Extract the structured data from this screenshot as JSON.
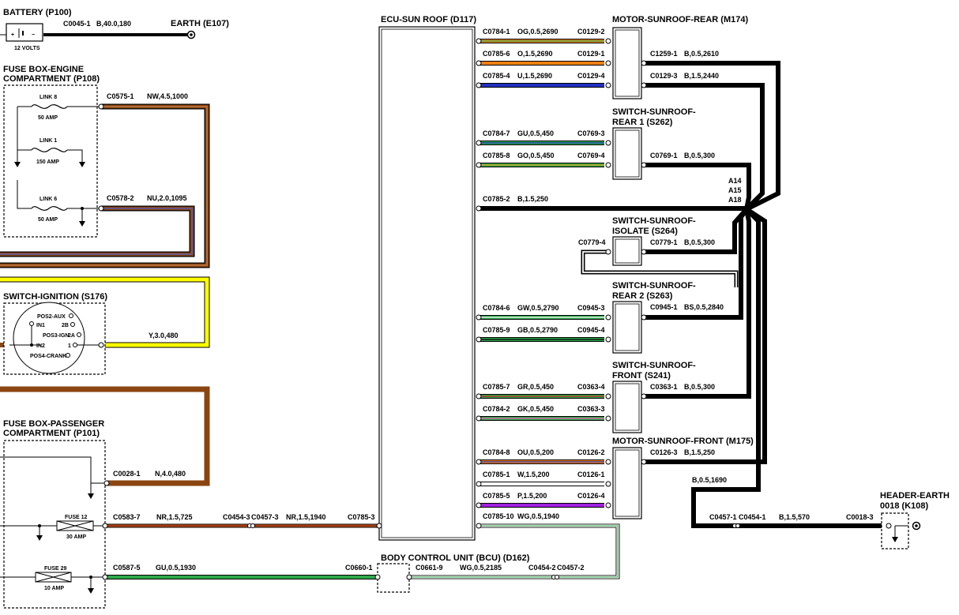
{
  "components": {
    "battery": {
      "title": "BATTERY (P100)",
      "volts": "12 VOLTS",
      "pin": "C0045-1",
      "wire": "B,40.0,180"
    },
    "earth": {
      "title": "EARTH (E107)"
    },
    "fuse_engine": {
      "title1": "FUSE BOX-ENGINE",
      "title2": "COMPARTMENT (P108)",
      "link8": "LINK 8",
      "link8_amp": "50 AMP",
      "link1": "LINK 1",
      "link1_amp": "150 AMP",
      "link6": "LINK 6",
      "link6_amp": "50 AMP",
      "pin1": "C0575-1",
      "wire1": "NW,4.5,1000",
      "pin2": "C0578-2",
      "wire2": "NU,2.0,1095"
    },
    "ignition": {
      "title": "SWITCH-IGNITION (S176)",
      "pos2": "POS2-AUX",
      "in1": "IN1",
      "p2b": "2B",
      "pos3": "POS3-IGN",
      "p2a": "2A",
      "in2": "IN2",
      "p1": "1",
      "pos4": "POS4-CRANK",
      "wire": "Y,3.0,480"
    },
    "fuse_passenger": {
      "title1": "FUSE BOX-PASSENGER",
      "title2": "COMPARTMENT (P101)",
      "pin1": "C0028-1",
      "wire1": "N,4.0,480",
      "fuse12": "FUSE 12",
      "fuse12_amp": "30 AMP",
      "pin2": "C0583-7",
      "wire2": "NR,1.5,725",
      "splice1": "C0454-3",
      "splice2": "C0457-3",
      "wire2b": "NR,1.5,1940",
      "pin2end": "C0785-3",
      "fuse29": "FUSE 29",
      "fuse29_amp": "10 AMP",
      "pin3": "C0587-5",
      "wire3": "GU,0.5,1930",
      "pin3end": "C0660-1"
    },
    "ecu": {
      "title": "ECU-SUN ROOF (D117)"
    },
    "bcu": {
      "title": "BODY CONTROL UNIT (BCU) (D162)",
      "pin": "C0661-9",
      "wire": "WG,0.5,2185",
      "splice1": "C0454-2",
      "splice2": "C0457-2"
    },
    "motor_rear": {
      "title": "MOTOR-SUNROOF-REAR (M174)",
      "pin1": "C1259-1",
      "wire1": "B,0.5,2610",
      "pin2": "C0129-3",
      "wire2": "B,1.5,2440"
    },
    "switch_rear1": {
      "title1": "SWITCH-SUNROOF-",
      "title2": "REAR 1 (S262)",
      "pin": "C0769-1",
      "wire": "B,0.5,300"
    },
    "splice_labels": {
      "a14": "A14",
      "a15": "A15",
      "a18": "A18"
    },
    "switch_isolate": {
      "title1": "SWITCH-SUNROOF-",
      "title2": "ISOLATE (S264)",
      "pin_in": "C0779-4",
      "pin": "C0779-1",
      "wire": "B,0.5,300"
    },
    "switch_rear2": {
      "title1": "SWITCH-SUNROOF-",
      "title2": "REAR 2 (S263)",
      "pin": "C0945-1",
      "wire": "BS,0.5,2840"
    },
    "switch_front": {
      "title1": "SWITCH-SUNROOF-",
      "title2": "FRONT (S241)",
      "pin": "C0363-1",
      "wire": "B,0.5,300"
    },
    "motor_front": {
      "title": "MOTOR-SUNROOF-FRONT (M175)",
      "pin": "C0126-3",
      "wire": "B,1.5,250"
    },
    "ground": {
      "wire_drop": "B,0.5,1690",
      "pin1": "C0457-1",
      "pin2": "C0454-1",
      "wire": "B,1.5,570",
      "pin3": "C0018-3"
    },
    "header_earth": {
      "title1": "HEADER-EARTH",
      "title2": "0018 (K108)"
    }
  },
  "ecu_wires": [
    {
      "a": "C0784-1",
      "w": "OG,0.5,2690",
      "b": "C0129-2",
      "color": "#e8801a",
      "stripe": "#2ea84a"
    },
    {
      "a": "C0785-6",
      "w": "O,1.5,2690",
      "b": "C0129-1",
      "color": "#f08010",
      "stripe": ""
    },
    {
      "a": "C0785-4",
      "w": "U,1.5,2690",
      "b": "C0129-4",
      "color": "#2030c0",
      "stripe": ""
    },
    {
      "a": "C0784-7",
      "w": "GU,0.5,450",
      "b": "C0769-3",
      "color": "#2ea84a",
      "stripe": "#2030c0"
    },
    {
      "a": "C0785-8",
      "w": "GO,0.5,450",
      "b": "C0769-4",
      "color": "#2ea84a",
      "stripe": "#e8a020"
    },
    {
      "a": "C0785-2",
      "w": "B,1.5,250",
      "b": "",
      "color": "#000000",
      "stripe": ""
    },
    {
      "a": "C0784-6",
      "w": "GW,0.5,2790",
      "b": "C0945-3",
      "color": "#2ea84a",
      "stripe": "#ffffff"
    },
    {
      "a": "C0785-9",
      "w": "GB,0.5,2790",
      "b": "C0945-4",
      "color": "#2ea84a",
      "stripe": "#000000"
    },
    {
      "a": "C0785-7",
      "w": "GR,0.5,450",
      "b": "C0363-4",
      "color": "#2ea84a",
      "stripe": "#d02020"
    },
    {
      "a": "C0784-2",
      "w": "GK,0.5,450",
      "b": "C0363-3",
      "color": "#2ea84a",
      "stripe": "#ff60c0"
    },
    {
      "a": "C0784-8",
      "w": "OU,0.5,200",
      "b": "C0126-2",
      "color": "#f08010",
      "stripe": "#2030c0"
    },
    {
      "a": "C0785-1",
      "w": "W,1.5,200",
      "b": "C0126-1",
      "color": "#ffffff",
      "stripe": ""
    },
    {
      "a": "C0785-5",
      "w": "P,1.5,200",
      "b": "C0126-4",
      "color": "#a020e0",
      "stripe": ""
    },
    {
      "a": "C0785-10",
      "w": "WG,0.5,1940",
      "b": "",
      "color": "#ffffff",
      "stripe": "#2ea84a"
    }
  ],
  "colors": {
    "brown": "#8a4510",
    "yellow": "#ffff00",
    "green": "#2ea84a",
    "purple": "#a020e0",
    "black": "#000000"
  }
}
